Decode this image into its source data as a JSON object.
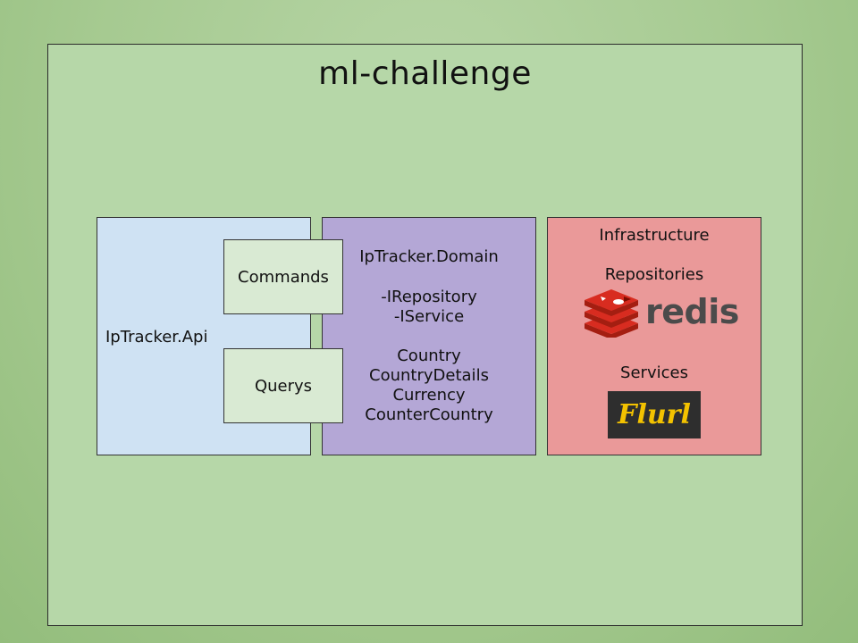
{
  "diagram": {
    "title": "ml-challenge",
    "api": {
      "label": "IpTracker.Api",
      "commands": "Commands",
      "querys": "Querys"
    },
    "domain": {
      "title": "IpTracker.Domain",
      "interfaces": [
        "-IRepository",
        "-IService"
      ],
      "entities": [
        "Country",
        "CountryDetails",
        "Currency",
        "CounterCountry"
      ]
    },
    "infrastructure": {
      "title": "Infrastructure",
      "repositories_label": "Repositories",
      "repositories_logo": "redis",
      "services_label": "Services",
      "services_logo": "Flurl"
    },
    "colors": {
      "frame": "#b6d7a8",
      "api": "#cfe2f3",
      "domain": "#b4a7d6",
      "infrastructure": "#ea9999",
      "sub_box": "#d9ead3",
      "redis_red": "#d82c20",
      "flurl_yellow": "#f3c200"
    }
  }
}
